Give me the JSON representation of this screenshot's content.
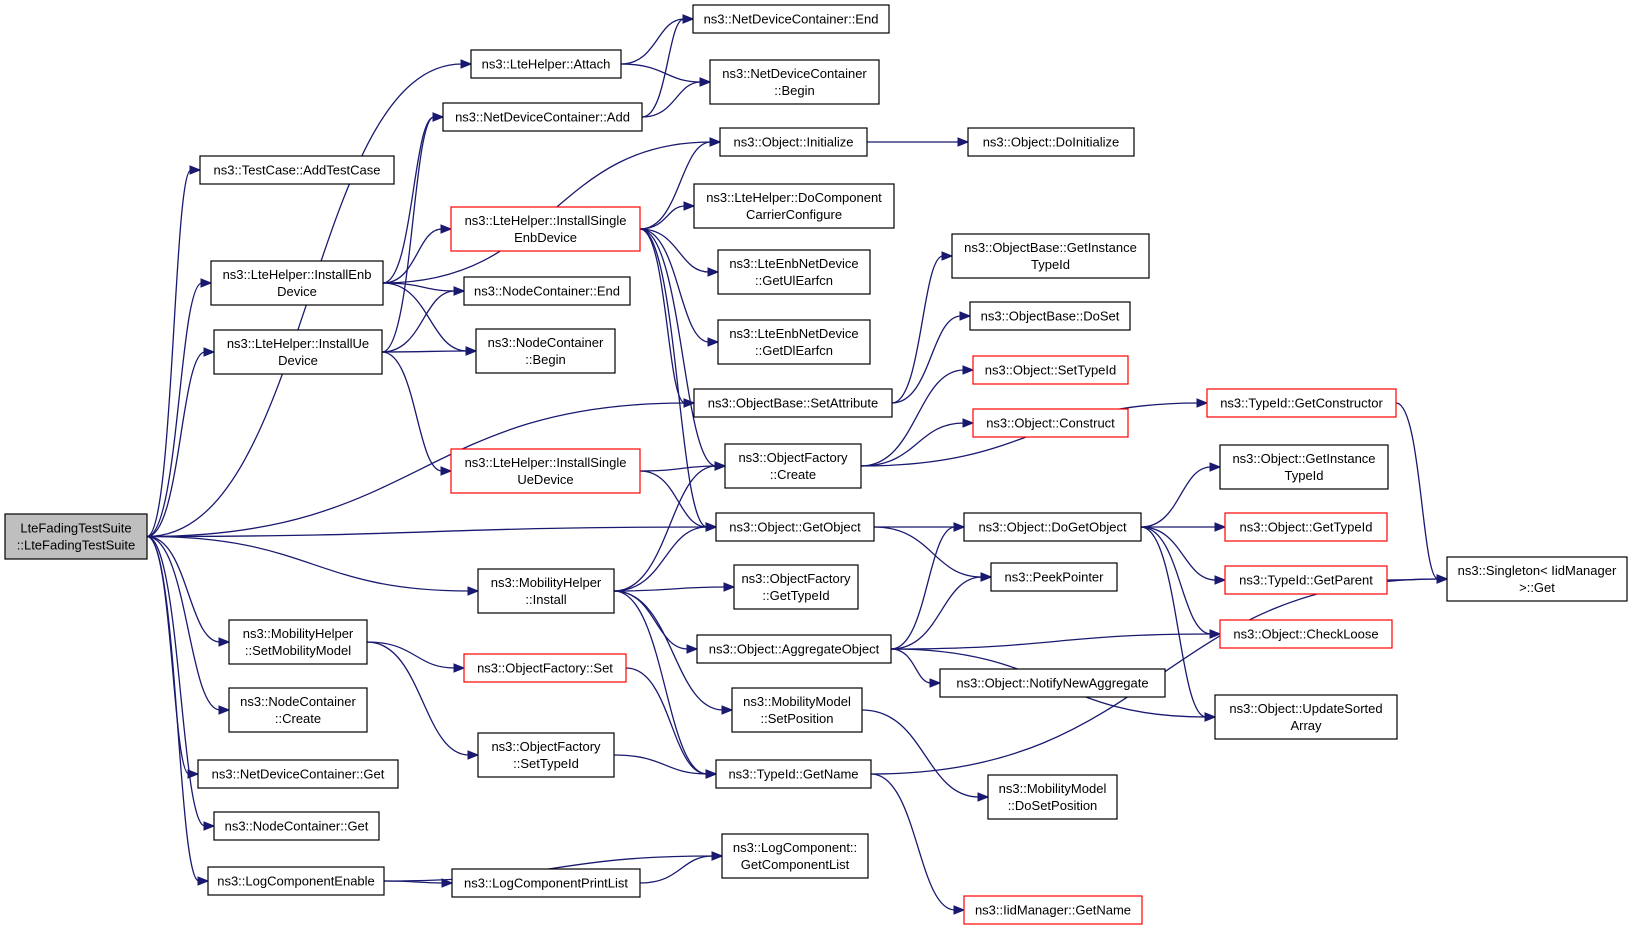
{
  "nodes": [
    {
      "id": "root",
      "lines": [
        "LteFadingTestSuite",
        "::LteFadingTestSuite"
      ],
      "style": "root"
    },
    {
      "id": "tc_addtc",
      "lines": [
        "ns3::TestCase::AddTestCase"
      ],
      "style": "normal"
    },
    {
      "id": "lte_attach",
      "lines": [
        "ns3::LteHelper::Attach"
      ],
      "style": "normal"
    },
    {
      "id": "ndc_add",
      "lines": [
        "ns3::NetDeviceContainer::Add"
      ],
      "style": "normal"
    },
    {
      "id": "ndc_end",
      "lines": [
        "ns3::NetDeviceContainer::End"
      ],
      "style": "normal"
    },
    {
      "id": "ndc_begin",
      "lines": [
        "ns3::NetDeviceContainer",
        "::Begin"
      ],
      "style": "normal"
    },
    {
      "id": "obj_init",
      "lines": [
        "ns3::Object::Initialize"
      ],
      "style": "normal"
    },
    {
      "id": "obj_doinit",
      "lines": [
        "ns3::Object::DoInitialize"
      ],
      "style": "normal"
    },
    {
      "id": "lte_instenb",
      "lines": [
        "ns3::LteHelper::InstallEnb",
        "Device"
      ],
      "style": "normal"
    },
    {
      "id": "lte_instsingleenb",
      "lines": [
        "ns3::LteHelper::InstallSingle",
        "EnbDevice"
      ],
      "style": "red"
    },
    {
      "id": "lte_docc",
      "lines": [
        "ns3::LteHelper::DoComponent",
        "CarrierConfigure"
      ],
      "style": "normal"
    },
    {
      "id": "enb_ul",
      "lines": [
        "ns3::LteEnbNetDevice",
        "::GetUlEarfcn"
      ],
      "style": "normal"
    },
    {
      "id": "enb_dl",
      "lines": [
        "ns3::LteEnbNetDevice",
        "::GetDlEarfcn"
      ],
      "style": "normal"
    },
    {
      "id": "nc_end",
      "lines": [
        "ns3::NodeContainer::End"
      ],
      "style": "normal"
    },
    {
      "id": "nc_begin",
      "lines": [
        "ns3::NodeContainer",
        "::Begin"
      ],
      "style": "normal"
    },
    {
      "id": "lte_instue",
      "lines": [
        "ns3::LteHelper::InstallUe",
        "Device"
      ],
      "style": "normal"
    },
    {
      "id": "ob_getinst",
      "lines": [
        "ns3::ObjectBase::GetInstance",
        "TypeId"
      ],
      "style": "normal"
    },
    {
      "id": "ob_doset",
      "lines": [
        "ns3::ObjectBase::DoSet"
      ],
      "style": "normal"
    },
    {
      "id": "obj_settid",
      "lines": [
        "ns3::Object::SetTypeId"
      ],
      "style": "red"
    },
    {
      "id": "ob_setattr",
      "lines": [
        "ns3::ObjectBase::SetAttribute"
      ],
      "style": "normal"
    },
    {
      "id": "obj_construct",
      "lines": [
        "ns3::Object::Construct"
      ],
      "style": "red"
    },
    {
      "id": "tid_getctor",
      "lines": [
        "ns3::TypeId::GetConstructor"
      ],
      "style": "red"
    },
    {
      "id": "lte_instsingleue",
      "lines": [
        "ns3::LteHelper::InstallSingle",
        "UeDevice"
      ],
      "style": "red"
    },
    {
      "id": "of_create",
      "lines": [
        "ns3::ObjectFactory",
        "::Create"
      ],
      "style": "normal"
    },
    {
      "id": "obj_getinst",
      "lines": [
        "ns3::Object::GetInstance",
        "TypeId"
      ],
      "style": "normal"
    },
    {
      "id": "obj_getobj",
      "lines": [
        "ns3::Object::GetObject"
      ],
      "style": "normal"
    },
    {
      "id": "obj_dogetobj",
      "lines": [
        "ns3::Object::DoGetObject"
      ],
      "style": "normal"
    },
    {
      "id": "obj_gettid",
      "lines": [
        "ns3::Object::GetTypeId"
      ],
      "style": "red"
    },
    {
      "id": "tid_getparent",
      "lines": [
        "ns3::TypeId::GetParent"
      ],
      "style": "red"
    },
    {
      "id": "singleton_get",
      "lines": [
        "ns3::Singleton< IidManager",
        ">::Get"
      ],
      "style": "normal"
    },
    {
      "id": "mh_install",
      "lines": [
        "ns3::MobilityHelper",
        "::Install"
      ],
      "style": "normal"
    },
    {
      "id": "of_gettid",
      "lines": [
        "ns3::ObjectFactory",
        "::GetTypeId"
      ],
      "style": "normal"
    },
    {
      "id": "peekptr",
      "lines": [
        "ns3::PeekPointer"
      ],
      "style": "normal"
    },
    {
      "id": "mh_setmm",
      "lines": [
        "ns3::MobilityHelper",
        "::SetMobilityModel"
      ],
      "style": "normal"
    },
    {
      "id": "of_set",
      "lines": [
        "ns3::ObjectFactory::Set"
      ],
      "style": "red"
    },
    {
      "id": "obj_aggregate",
      "lines": [
        "ns3::Object::AggregateObject"
      ],
      "style": "normal"
    },
    {
      "id": "obj_checkloose",
      "lines": [
        "ns3::Object::CheckLoose"
      ],
      "style": "red"
    },
    {
      "id": "obj_notify",
      "lines": [
        "ns3::Object::NotifyNewAggregate"
      ],
      "style": "normal"
    },
    {
      "id": "nc_create",
      "lines": [
        "ns3::NodeContainer",
        "::Create"
      ],
      "style": "normal"
    },
    {
      "id": "mm_setpos",
      "lines": [
        "ns3::MobilityModel",
        "::SetPosition"
      ],
      "style": "normal"
    },
    {
      "id": "obj_updsorted",
      "lines": [
        "ns3::Object::UpdateSorted",
        "Array"
      ],
      "style": "normal"
    },
    {
      "id": "of_settid",
      "lines": [
        "ns3::ObjectFactory",
        "::SetTypeId"
      ],
      "style": "normal"
    },
    {
      "id": "ndc_get",
      "lines": [
        "ns3::NetDeviceContainer::Get"
      ],
      "style": "normal"
    },
    {
      "id": "tid_getname",
      "lines": [
        "ns3::TypeId::GetName"
      ],
      "style": "normal"
    },
    {
      "id": "mm_dosetpos",
      "lines": [
        "ns3::MobilityModel",
        "::DoSetPosition"
      ],
      "style": "normal"
    },
    {
      "id": "nc_get",
      "lines": [
        "ns3::NodeContainer::Get"
      ],
      "style": "normal"
    },
    {
      "id": "lc_getlist",
      "lines": [
        "ns3::LogComponent::",
        "GetComponentList"
      ],
      "style": "normal"
    },
    {
      "id": "lc_enable",
      "lines": [
        "ns3::LogComponentEnable"
      ],
      "style": "normal"
    },
    {
      "id": "lc_printlist",
      "lines": [
        "ns3::LogComponentPrintList"
      ],
      "style": "normal"
    },
    {
      "id": "iid_getname",
      "lines": [
        "ns3::IidManager::GetName"
      ],
      "style": "red"
    }
  ],
  "edges": [
    [
      "root",
      "tc_addtc"
    ],
    [
      "root",
      "lte_attach"
    ],
    [
      "root",
      "lte_instenb"
    ],
    [
      "root",
      "lte_instue"
    ],
    [
      "root",
      "ob_setattr"
    ],
    [
      "root",
      "obj_getobj"
    ],
    [
      "root",
      "mh_install"
    ],
    [
      "root",
      "mh_setmm"
    ],
    [
      "root",
      "nc_create"
    ],
    [
      "root",
      "ndc_get"
    ],
    [
      "root",
      "nc_get"
    ],
    [
      "root",
      "lc_enable"
    ],
    [
      "lte_attach",
      "ndc_end"
    ],
    [
      "lte_attach",
      "ndc_begin"
    ],
    [
      "ndc_add",
      "ndc_end"
    ],
    [
      "ndc_add",
      "ndc_begin"
    ],
    [
      "lte_instenb",
      "ndc_add"
    ],
    [
      "lte_instenb",
      "obj_init"
    ],
    [
      "lte_instenb",
      "lte_instsingleenb"
    ],
    [
      "lte_instenb",
      "nc_end"
    ],
    [
      "lte_instenb",
      "nc_begin"
    ],
    [
      "lte_instue",
      "ndc_add"
    ],
    [
      "lte_instue",
      "nc_end"
    ],
    [
      "lte_instue",
      "nc_begin"
    ],
    [
      "lte_instue",
      "lte_instsingleue"
    ],
    [
      "obj_init",
      "obj_doinit"
    ],
    [
      "lte_instsingleenb",
      "obj_init"
    ],
    [
      "lte_instsingleenb",
      "lte_docc"
    ],
    [
      "lte_instsingleenb",
      "enb_ul"
    ],
    [
      "lte_instsingleenb",
      "enb_dl"
    ],
    [
      "lte_instsingleenb",
      "ob_setattr"
    ],
    [
      "lte_instsingleenb",
      "of_create"
    ],
    [
      "lte_instsingleenb",
      "obj_getobj"
    ],
    [
      "lte_instsingleue",
      "of_create"
    ],
    [
      "lte_instsingleue",
      "obj_getobj"
    ],
    [
      "ob_setattr",
      "ob_getinst"
    ],
    [
      "ob_setattr",
      "ob_doset"
    ],
    [
      "of_create",
      "obj_settid"
    ],
    [
      "of_create",
      "obj_construct"
    ],
    [
      "of_create",
      "tid_getctor"
    ],
    [
      "tid_getctor",
      "singleton_get"
    ],
    [
      "obj_getobj",
      "obj_dogetobj"
    ],
    [
      "obj_getobj",
      "peekptr"
    ],
    [
      "obj_dogetobj",
      "obj_getinst"
    ],
    [
      "obj_dogetobj",
      "obj_gettid"
    ],
    [
      "obj_dogetobj",
      "tid_getparent"
    ],
    [
      "obj_dogetobj",
      "obj_checkloose"
    ],
    [
      "obj_dogetobj",
      "obj_updsorted"
    ],
    [
      "tid_getparent",
      "singleton_get"
    ],
    [
      "mh_install",
      "of_create"
    ],
    [
      "mh_install",
      "obj_getobj"
    ],
    [
      "mh_install",
      "of_gettid"
    ],
    [
      "mh_install",
      "obj_aggregate"
    ],
    [
      "mh_install",
      "mm_setpos"
    ],
    [
      "mh_install",
      "tid_getname"
    ],
    [
      "obj_aggregate",
      "obj_dogetobj"
    ],
    [
      "obj_aggregate",
      "peekptr"
    ],
    [
      "obj_aggregate",
      "obj_checkloose"
    ],
    [
      "obj_aggregate",
      "obj_notify"
    ],
    [
      "obj_aggregate",
      "obj_updsorted"
    ],
    [
      "mh_setmm",
      "of_set"
    ],
    [
      "mh_setmm",
      "of_settid"
    ],
    [
      "of_set",
      "tid_getname"
    ],
    [
      "of_settid",
      "tid_getname"
    ],
    [
      "mm_setpos",
      "mm_dosetpos"
    ],
    [
      "tid_getname",
      "singleton_get"
    ],
    [
      "tid_getname",
      "iid_getname"
    ],
    [
      "lc_enable",
      "lc_getlist"
    ],
    [
      "lc_enable",
      "lc_printlist"
    ],
    [
      "lc_printlist",
      "lc_getlist"
    ]
  ]
}
